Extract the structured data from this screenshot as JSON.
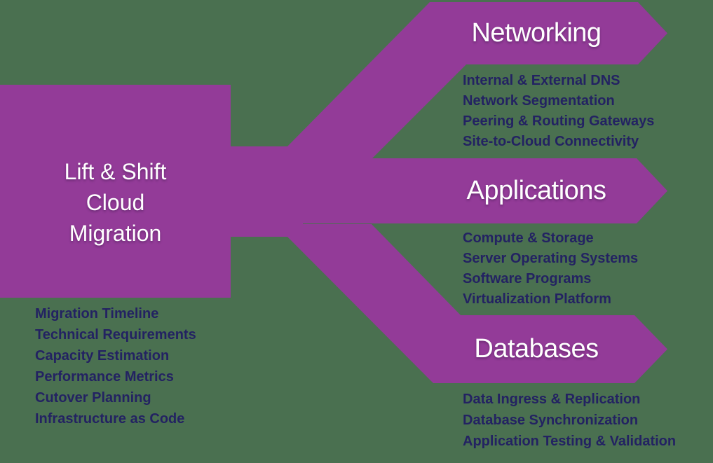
{
  "colors": {
    "bg": "#4A7050",
    "purple": "#933B98",
    "navy": "#232262",
    "white": "#FFFFFF"
  },
  "trunk": {
    "title_lines": [
      "Lift & Shift",
      "Cloud",
      "Migration"
    ],
    "items": [
      "Migration Timeline",
      "Technical Requirements",
      "Capacity Estimation",
      "Performance Metrics",
      "Cutover Planning",
      "Infrastructure as Code"
    ]
  },
  "branches": [
    {
      "title": "Networking",
      "items": [
        "Internal & External DNS",
        "Network Segmentation",
        "Peering & Routing Gateways",
        "Site-to-Cloud Connectivity"
      ]
    },
    {
      "title": "Applications",
      "items": [
        "Compute & Storage",
        "Server Operating Systems",
        "Software Programs",
        "Virtualization Platform"
      ]
    },
    {
      "title": "Databases",
      "items": [
        "Data Ingress & Replication",
        "Database Synchronization",
        "Application Testing & Validation"
      ]
    }
  ]
}
